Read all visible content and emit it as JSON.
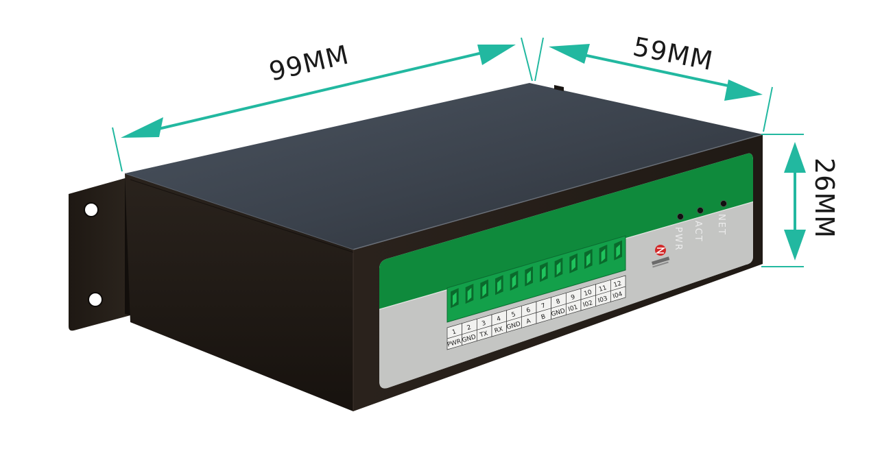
{
  "dimensions": {
    "length": "99MM",
    "width": "59MM",
    "height": "26MM"
  },
  "colors": {
    "arrow": "#22b8a0",
    "panel_green": "#0f8a3c",
    "panel_grey": "#c4c5c3",
    "terminal_green": "#13a04a",
    "led_red": "#d22a2a"
  },
  "indicators": [
    "NET",
    "ACT",
    "PWR"
  ],
  "terminals": [
    {
      "number": "1",
      "label": "PWR"
    },
    {
      "number": "2",
      "label": "GND"
    },
    {
      "number": "3",
      "label": "TX"
    },
    {
      "number": "4",
      "label": "RX"
    },
    {
      "number": "5",
      "label": "GND"
    },
    {
      "number": "6",
      "label": "A"
    },
    {
      "number": "7",
      "label": "B"
    },
    {
      "number": "8",
      "label": "GND"
    },
    {
      "number": "9",
      "label": "I01"
    },
    {
      "number": "10",
      "label": "I02"
    },
    {
      "number": "11",
      "label": "I03"
    },
    {
      "number": "12",
      "label": "I04"
    }
  ]
}
